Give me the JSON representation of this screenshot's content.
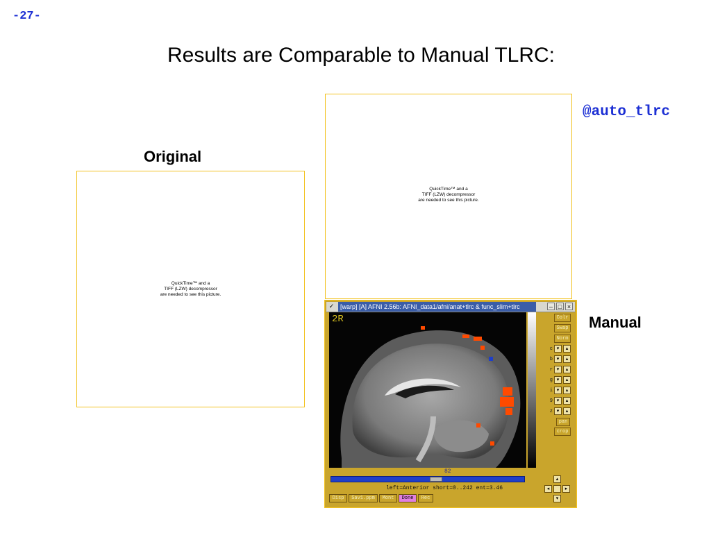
{
  "slide": {
    "number": "-27-",
    "title": "Results are Comparable to Manual TLRC:",
    "original_label": "Original",
    "auto_label": "@auto_tlrc",
    "manual_label": "Manual"
  },
  "placeholder": {
    "line1": "QuickTime™ and a",
    "line2": "TIFF (LZW) decompressor",
    "line3": "are needed to see this picture."
  },
  "afni": {
    "menu_glyph": "✓",
    "window_title": "[warp] [A] AFNI 2.56b: AFNI_data1/afni/anat+tlrc & func_slim+tlrc",
    "min_glyph": "–",
    "max_glyph": "□",
    "close_glyph": "×",
    "image_label": "2R",
    "side_buttons": [
      "Colr",
      "Swap",
      "Norm"
    ],
    "side_rows": [
      "c",
      "b",
      "r",
      "g",
      "i",
      "9",
      "z"
    ],
    "arrow_left": "◂",
    "arrow_up": "▴",
    "arrow_down": "▾",
    "arrow_right": "▸",
    "pan_button": "pan",
    "crop_button": "crop",
    "slider_value": "82",
    "status": "left=Anterior short=0..242 ent=3.46",
    "bottom_buttons": [
      "Disp",
      "Sav1.ppm",
      "Mont",
      "Done",
      "Rec"
    ],
    "colors": {
      "frame": "#c9a52c",
      "title_bg": "#3a5da8",
      "slider": "#1f3fc8",
      "activation": "#ff4a00",
      "done_button": "#e080e0"
    }
  }
}
